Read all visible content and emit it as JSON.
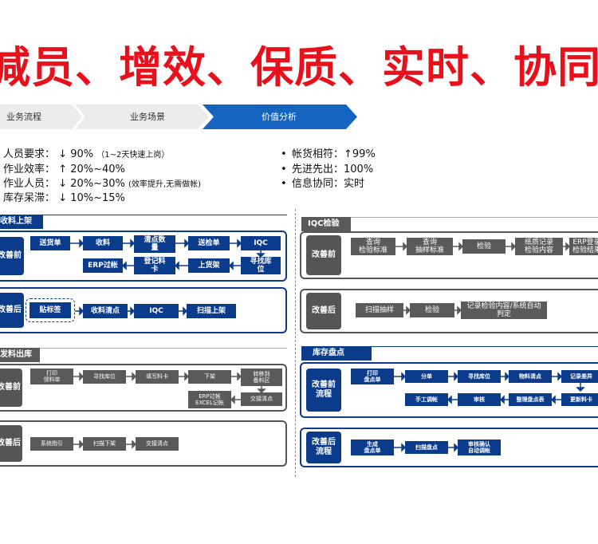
{
  "header": {
    "title": "减员、增效、保质、实时、协同"
  },
  "tabs": [
    {
      "label": "业务流程"
    },
    {
      "label": "业务场景"
    },
    {
      "label": "价值分析"
    }
  ],
  "metrics_left": [
    {
      "label": "人员要求：",
      "arrow": "↓",
      "value": "90%",
      "note": "（1~2天快速上岗）"
    },
    {
      "label": "作业效率：",
      "arrow": "↑",
      "value": "20%~40%",
      "note": ""
    },
    {
      "label": "作业人员：",
      "arrow": "↓",
      "value": "20%~30%",
      "note": "(效率提升,无需做帐)"
    },
    {
      "label": "库存呆滞：",
      "arrow": "↓",
      "value": "10%~15%",
      "note": ""
    }
  ],
  "metrics_right": [
    {
      "bullet": "•",
      "label": "帐货相符：",
      "value": "↑99%"
    },
    {
      "bullet": "•",
      "label": "先进先出：",
      "value": "100%"
    },
    {
      "bullet": "•",
      "label": "信息协同：",
      "value": "实时"
    }
  ],
  "sections": {
    "receiving": {
      "tag": "收料上架",
      "before_label": "改善前",
      "after_label": "改善后",
      "before_row1": [
        "送货单",
        "收料",
        "清点数\n量",
        "送检单",
        "IQC"
      ],
      "before_row2": [
        "ERP过帐",
        "登记料\n卡",
        "上货架",
        "寻找库\n位"
      ],
      "after_row": [
        "贴标签",
        "收料清点",
        "IQC",
        "扫描上架"
      ]
    },
    "iqc": {
      "tag": "IQC检验",
      "before_label": "改善前",
      "after_label": "改善后",
      "before_row": [
        "查询\n检验标准",
        "查询\n抽样标准",
        "检验",
        "纸质记录\n检验内容",
        "ERP登录\n检验结果"
      ],
      "after_row": [
        "扫描抽样",
        "检验",
        "记录检验内容/系统自动\n判定"
      ]
    },
    "issuing": {
      "tag": "发料出库",
      "before_label": "改善前",
      "after_label": "改善后",
      "before_row1": [
        "打印\n领料单",
        "寻找库位",
        "填写料卡",
        "下架",
        "转移到\n备料区"
      ],
      "before_row2": [
        "ERP过帐\nEXCEL记帐",
        "交接清点"
      ],
      "after_row": [
        "系统指引",
        "扫描下架",
        "交接清点"
      ]
    },
    "inventory": {
      "tag": "库存盘点",
      "before_label": "改善前\n流程",
      "after_label": "改善后\n流程",
      "before_row1": [
        "打印\n盘点单",
        "分单",
        "寻找库位",
        "物料清点",
        "记录差异"
      ],
      "before_row2": [
        "手工调帐",
        "审核",
        "整理盘点表",
        "更新料卡"
      ],
      "after_row": [
        "生成\n盘点单",
        "扫描盘点",
        "审核确认\n自动调帐"
      ]
    }
  },
  "colors": {
    "title": "#e8101a",
    "blue": "#0b3c8c",
    "gray": "#5a5a5a",
    "tab_active": "#1565c0",
    "tab_inactive": "#ececec"
  },
  "icons": {
    "arrow": "arrow-right-icon"
  }
}
